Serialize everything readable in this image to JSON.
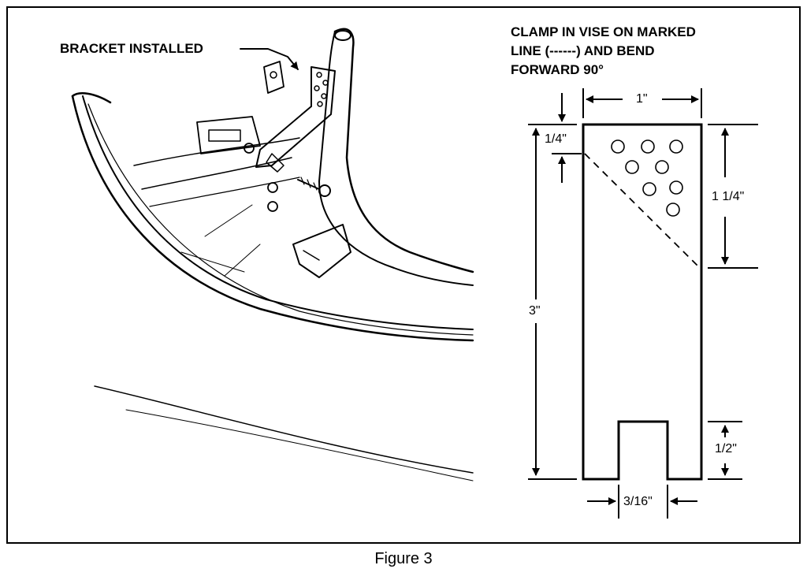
{
  "figure": {
    "caption": "Figure 3"
  },
  "illustration": {
    "callout": "BRACKET INSTALLED"
  },
  "template": {
    "instruction": {
      "line1": "CLAMP IN VISE ON MARKED",
      "line2": "LINE (------) AND BEND",
      "line3": "FORWARD 90°"
    },
    "dimensions": {
      "width": "1\"",
      "top_offset": "1/4\"",
      "hole_region_height": "1 1/4\"",
      "total_height": "3\"",
      "slot_depth": "1/2\"",
      "slot_width": "3/16\""
    }
  }
}
